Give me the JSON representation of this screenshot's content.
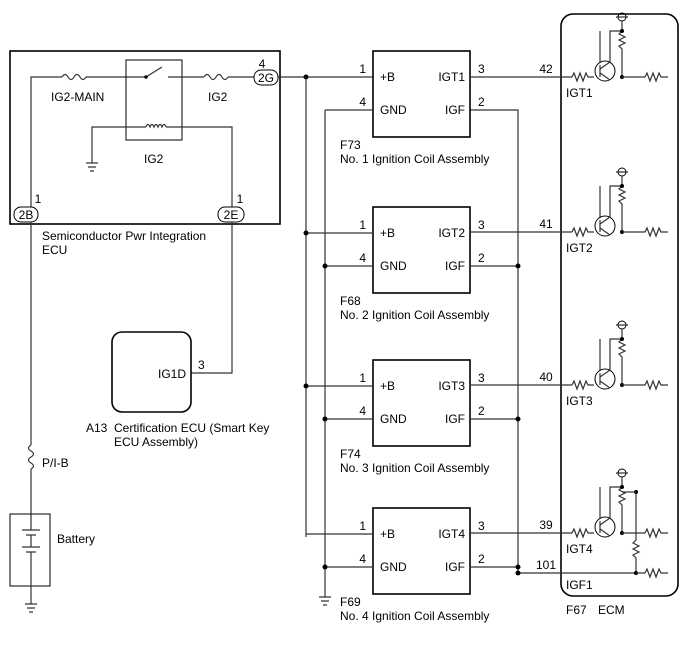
{
  "pwr_ecu": {
    "name_line1": "Semiconductor Pwr Integration",
    "name_line2": "ECU",
    "fuse_main": "IG2-MAIN",
    "fuse_ig2": "IG2",
    "relay": "IG2",
    "pin_top": "4",
    "conn_top": "2G",
    "pin_left": "1",
    "conn_left": "2B",
    "pin_right": "1",
    "conn_right": "2E"
  },
  "cert_ecu": {
    "id": "A13",
    "name_line1": "Certification ECU (Smart Key",
    "name_line2": "ECU Assembly)",
    "terminal": "IG1D",
    "pin": "3"
  },
  "fuse_pib": "P/I-B",
  "battery": "Battery",
  "coils": [
    {
      "id": "F73",
      "name": "No. 1 Ignition Coil Assembly",
      "b": "+B",
      "gnd": "GND",
      "igt": "IGT1",
      "igf": "IGF",
      "pin_b": "1",
      "pin_gnd": "4",
      "pin_igt": "3",
      "pin_igf": "2"
    },
    {
      "id": "F68",
      "name": "No. 2 Ignition Coil Assembly",
      "b": "+B",
      "gnd": "GND",
      "igt": "IGT2",
      "igf": "IGF",
      "pin_b": "1",
      "pin_gnd": "4",
      "pin_igt": "3",
      "pin_igf": "2"
    },
    {
      "id": "F74",
      "name": "No. 3 Ignition Coil Assembly",
      "b": "+B",
      "gnd": "GND",
      "igt": "IGT3",
      "igf": "IGF",
      "pin_b": "1",
      "pin_gnd": "4",
      "pin_igt": "3",
      "pin_igf": "2"
    },
    {
      "id": "F69",
      "name": "No. 4 Ignition Coil Assembly",
      "b": "+B",
      "gnd": "GND",
      "igt": "IGT4",
      "igf": "IGF",
      "pin_b": "1",
      "pin_gnd": "4",
      "pin_igt": "3",
      "pin_igf": "2"
    }
  ],
  "ecm": {
    "id": "F67",
    "name": "ECM",
    "inputs": [
      {
        "pin": "42",
        "label": "IGT1"
      },
      {
        "pin": "41",
        "label": "IGT2"
      },
      {
        "pin": "40",
        "label": "IGT3"
      },
      {
        "pin": "39",
        "label": "IGT4"
      },
      {
        "pin": "101",
        "label": "IGF1"
      }
    ]
  }
}
